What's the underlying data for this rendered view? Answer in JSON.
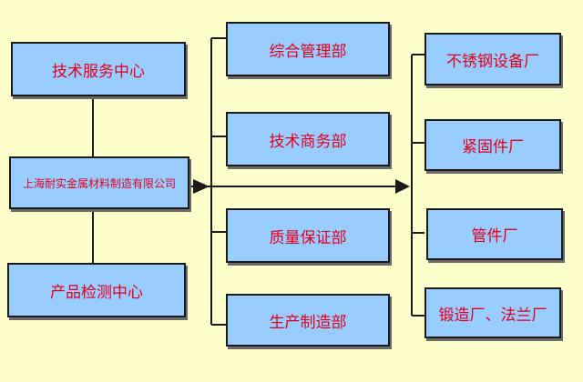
{
  "colors": {
    "background": "#ffffcc",
    "box_fill": "#99ccff",
    "box_text": "#e0001a",
    "line": "#1a1a1a"
  },
  "nodes": {
    "tech_service_center": "技术服务中心",
    "company": "上海耐实金属材料制造有限公司",
    "product_testing_center": "产品检测中心",
    "general_management_dept": "综合管理部",
    "tech_business_dept": "技术商务部",
    "quality_assurance_dept": "质量保证部",
    "production_dept": "生产制造部",
    "stainless_equipment_factory": "不锈钢设备厂",
    "fastener_factory": "紧固件厂",
    "pipe_fitting_factory": "管件厂",
    "forging_flange_factory": "锻造厂、法兰厂"
  }
}
